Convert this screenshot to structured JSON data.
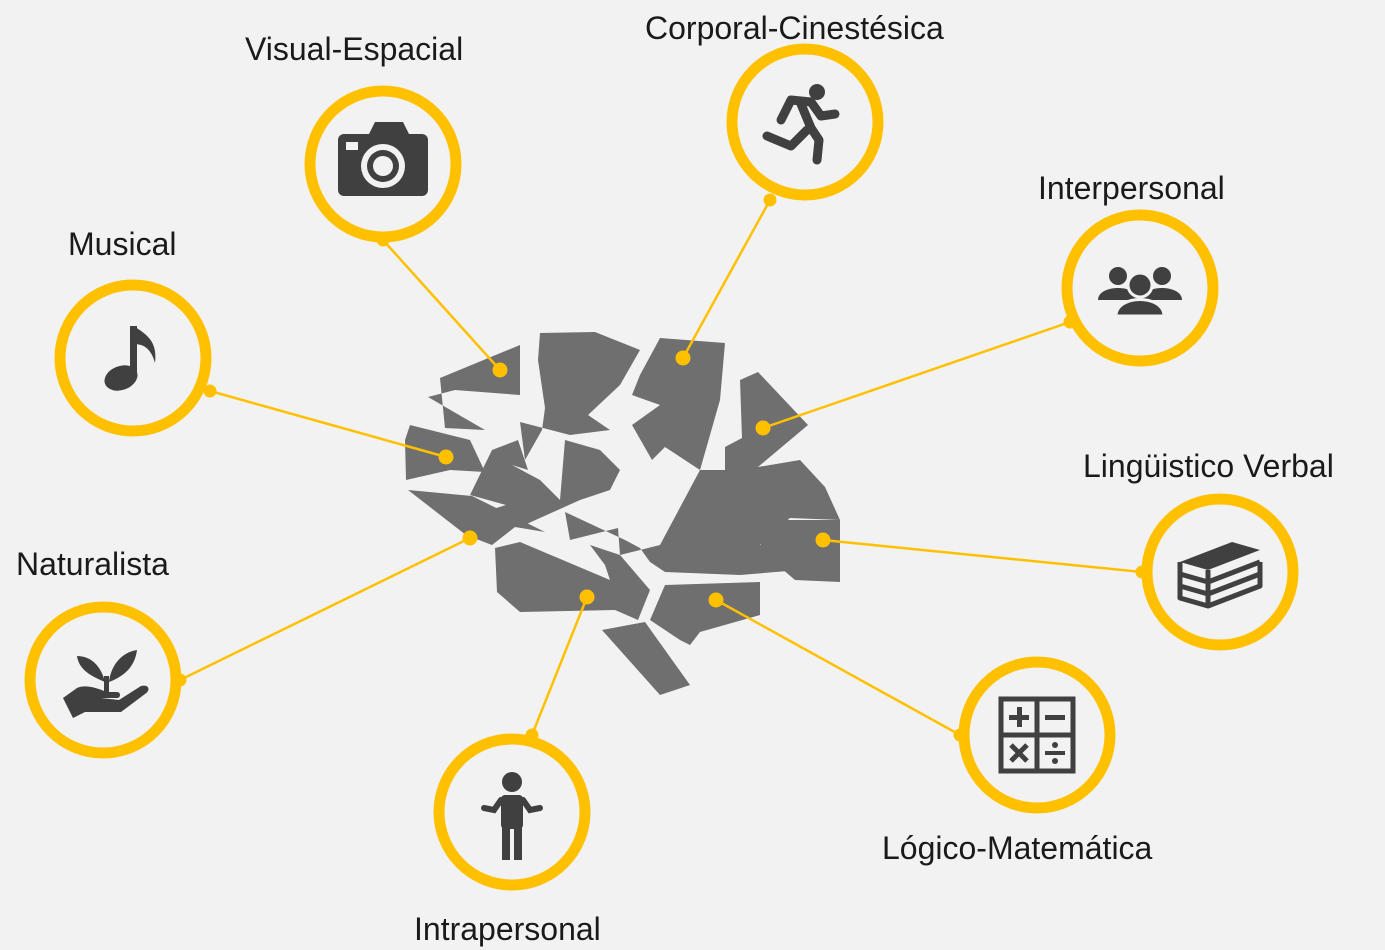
{
  "colors": {
    "background": "#f2f2f2",
    "accent": "#ffc000",
    "brain": "#6f6f6f",
    "icon": "#404040",
    "ring_fill": "#f2f2f2"
  },
  "central_icon": "brain-icon",
  "intelligences": [
    {
      "key": "musical",
      "label": "Musical",
      "icon": "music-note-icon"
    },
    {
      "key": "visual",
      "label": "Visual-Espacial",
      "icon": "camera-icon"
    },
    {
      "key": "corporal",
      "label": "Corporal-Cinestésica",
      "icon": "running-person-icon"
    },
    {
      "key": "interpersonal",
      "label": "Interpersonal",
      "icon": "group-people-icon"
    },
    {
      "key": "linguistico",
      "label": "Lingüistico Verbal",
      "icon": "books-icon"
    },
    {
      "key": "logico",
      "label": "Lógico-Matemática",
      "icon": "calculator-icon"
    },
    {
      "key": "intrapersonal",
      "label": "Intrapersonal",
      "icon": "person-shrug-icon"
    },
    {
      "key": "naturalista",
      "label": "Naturalista",
      "icon": "plant-in-hand-icon"
    }
  ]
}
